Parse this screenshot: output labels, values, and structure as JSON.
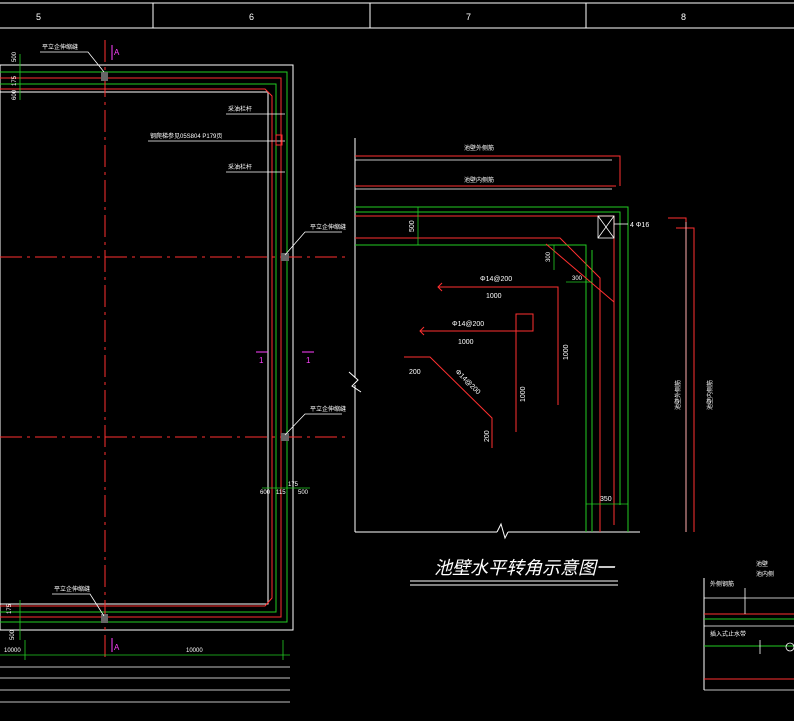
{
  "grid_header": {
    "columns": [
      "5",
      "6",
      "7",
      "8"
    ]
  },
  "plan": {
    "section_mark": "A",
    "section_mark_bottom": "A",
    "cut_mark_left": "1",
    "cut_mark_right": "1",
    "leader_top_left": "平立企伸缩缝",
    "leader_bottom_left": "平立企伸缩缝",
    "leader_right_upper": "平立企伸缩缝",
    "leader_right_lower": "平立企伸缩缝",
    "note_rail_1": "采油栏杆",
    "note_ladder": "钢爬梯参见05S804 P179页",
    "note_rail_2": "采油栏杆",
    "dims_left_top": [
      "500",
      "175",
      "600"
    ],
    "dims_left_bottom": [
      "175",
      "500"
    ],
    "dims_right_mid": [
      "600",
      "115",
      "175",
      "500"
    ],
    "dim_bottom_left": "10000",
    "dim_bottom_mid": "10000"
  },
  "detail": {
    "title": "池壁水平转角示意图一",
    "label_top_1": "池壁外侧筋",
    "label_top_2": "池壁内侧筋",
    "dim_500": "500",
    "dim_300a": "300",
    "dim_300b": "300",
    "rebar_corner": "4 Φ16",
    "bar_1": "Φ14@200",
    "bar_1_len": "1000",
    "bar_2": "Φ14@200",
    "bar_2_len": "1000",
    "bar_3": "Φ14@200",
    "len_200a": "200",
    "len_200b": "200",
    "len_1000a": "1000",
    "len_1000b": "1000",
    "dim_350": "350",
    "vert_label_1": "池壁外侧筋",
    "vert_label_2": "池壁内侧筋"
  },
  "corner_detail": {
    "label_a": "池壁",
    "label_b": "池内侧",
    "label_c": "外侧钢筋",
    "label_d": "插入式止水带"
  }
}
